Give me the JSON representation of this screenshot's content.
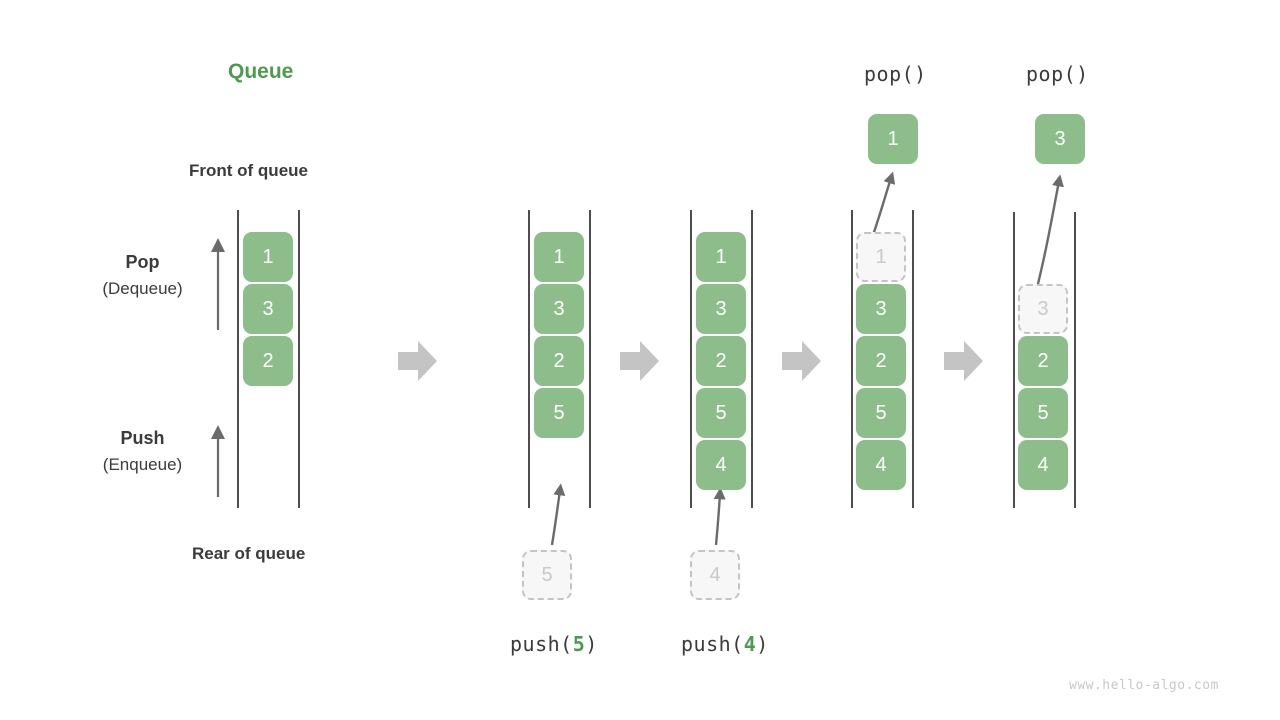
{
  "title": "Queue",
  "labels": {
    "front": "Front of queue",
    "rear": "Rear of queue",
    "pop_bold": "Pop",
    "pop_sub": "(Dequeue)",
    "push_bold": "Push",
    "push_sub": "(Enqueue)"
  },
  "watermark": "www.hello-algo.com",
  "colors": {
    "accent_green": "#4e9a51",
    "cell_green": "#8cbd8b",
    "ghost_border": "#c4c4c4",
    "ghost_text": "#c9c9c9",
    "rail": "#4d4d4d",
    "arrow_gray": "#c4c4c4",
    "curve_arrow": "#6b6b6b",
    "text_dark": "#3b3b3b",
    "watermark": "#c8c8c8"
  },
  "operations": {
    "push5": {
      "prefix": "push(",
      "arg": "5",
      "suffix": ")"
    },
    "push4": {
      "prefix": "push(",
      "arg": "4",
      "suffix": ")"
    },
    "pop1": "pop()",
    "pop2": "pop()"
  },
  "stages": [
    {
      "name": "initial-queue",
      "cells": [
        "1",
        "3",
        "2"
      ],
      "ghost": null,
      "popped": null
    },
    {
      "name": "after-push-5",
      "cells": [
        "1",
        "3",
        "2",
        "5"
      ],
      "ghost": "5",
      "popped": null
    },
    {
      "name": "after-push-4",
      "cells": [
        "1",
        "3",
        "2",
        "5",
        "4"
      ],
      "ghost": "4",
      "popped": null
    },
    {
      "name": "after-pop-1",
      "cells": [
        "3",
        "2",
        "5",
        "4"
      ],
      "ghost": "1",
      "popped": "1"
    },
    {
      "name": "after-pop-3",
      "cells": [
        "2",
        "5",
        "4"
      ],
      "ghost": "3",
      "popped": "3"
    }
  ]
}
